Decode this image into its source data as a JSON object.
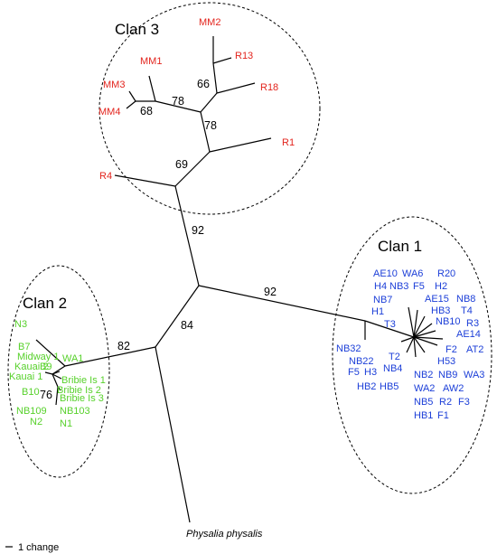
{
  "clans": {
    "clan1": {
      "title": "Clan 1",
      "color": "#1c3fd8"
    },
    "clan2": {
      "title": "Clan 2",
      "color": "#57d12b"
    },
    "clan3": {
      "title": "Clan 3",
      "color": "#e3241d"
    }
  },
  "support_values": {
    "root_clan3": "92",
    "clan3_a": "69",
    "clan3_b": "78",
    "clan3_c": "78",
    "clan3_d": "68",
    "clan3_e": "66",
    "central": "84",
    "clan1_branch": "92",
    "clan2_branch": "82",
    "clan2_inner": "76"
  },
  "clan3_taxa": {
    "mm2": "MM2",
    "r13": "R13",
    "mm1": "MM1",
    "r18": "R18",
    "mm3": "MM3",
    "mm4": "MM4",
    "r1": "R1",
    "r4": "R4"
  },
  "clan2_taxa": {
    "n3": "N3",
    "b7": "B7",
    "midway1": "Midway 1",
    "kauai2": "Kauai 2",
    "b9": "B9",
    "wa1": "WA1",
    "kauai1": "Kauai 1",
    "bribie1": "Bribie Is 1",
    "b10": "B10",
    "bribie2": "Bribie Is 2",
    "bribie3": "Bribie Is 3",
    "nb109": "NB109",
    "nb103": "NB103",
    "n2": "N2",
    "n1": "N1"
  },
  "clan1_taxa": {
    "ae10": "AE10",
    "wa6": "WA6",
    "r20": "R20",
    "h4": "H4",
    "nb3": "NB3",
    "f5a": "F5",
    "h2": "H2",
    "nb7": "NB7",
    "ae15": "AE15",
    "nb8": "NB8",
    "h1": "H1",
    "hb3": "HB3",
    "t4": "T4",
    "nb10": "NB10",
    "t3": "T3",
    "r3": "R3",
    "ae14": "AE14",
    "nb32": "NB32",
    "f2": "F2",
    "at2": "AT2",
    "nb22": "NB22",
    "t2": "T2",
    "h53": "H53",
    "f5b": "F5",
    "h3": "H3",
    "nb4": "NB4",
    "nb2": "NB2",
    "nb9": "NB9",
    "wa3": "WA3",
    "hb2": "HB2",
    "hb5": "HB5",
    "wa2": "WA2",
    "aw2": "AW2",
    "nb5": "NB5",
    "r2": "R2",
    "f3": "F3",
    "hb1": "HB1",
    "f1": "F1"
  },
  "outgroup": "Physalia physalis",
  "scale_label": "1 change"
}
